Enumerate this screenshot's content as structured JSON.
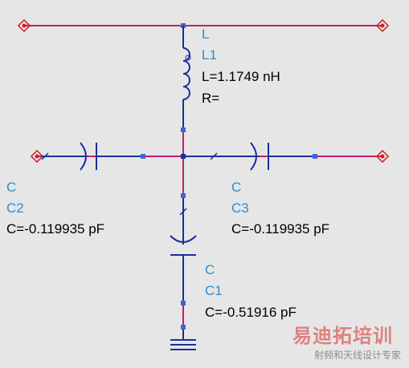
{
  "colors": {
    "background": "#e6e6e6",
    "wire": "#c0206a",
    "component": "#1a2f9a",
    "node": "#3a66d6",
    "label_type": "#2a8fd0",
    "label_text": "#000000",
    "port": "#d01f1f"
  },
  "components": {
    "L1": {
      "type": "L",
      "name": "L1",
      "value": "L=1.1749 nH",
      "extra": "R="
    },
    "C2": {
      "type": "C",
      "name": "C2",
      "value": "C=-0.119935 pF"
    },
    "C3": {
      "type": "C",
      "name": "C3",
      "value": "C=-0.119935 pF"
    },
    "C1": {
      "type": "C",
      "name": "C1",
      "value": "C=-0.51916 pF"
    }
  },
  "icons": [
    "port-terminal-icon",
    "ground-icon",
    "inductor-icon",
    "capacitor-icon"
  ],
  "watermark": {
    "main": "易迪拓培训",
    "sub": "射频和天线设计专家"
  }
}
